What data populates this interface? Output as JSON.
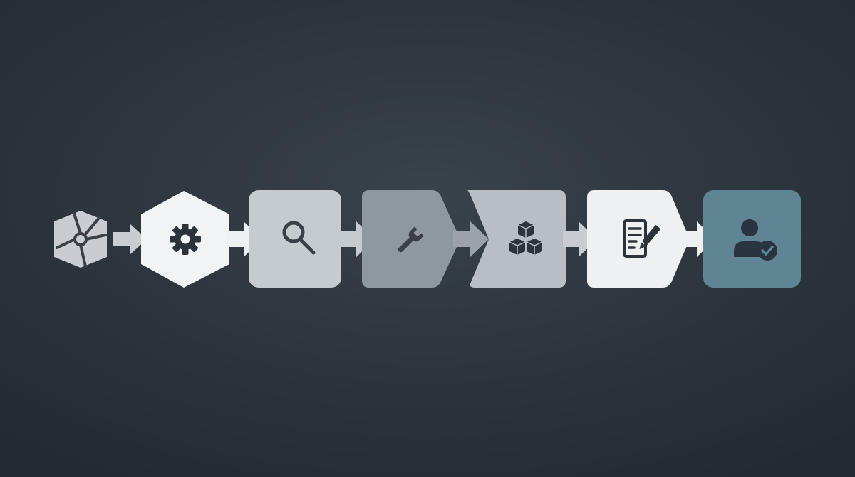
{
  "diagram": {
    "type": "process-flow",
    "steps": [
      {
        "id": "source",
        "shape": "hexagon-small",
        "icon": "aperture-icon",
        "fill": "#c9cdd1",
        "icon_color": "#3a4048"
      },
      {
        "id": "configure",
        "shape": "hexagon",
        "icon": "gear-icon",
        "fill": "#f2f3f4",
        "icon_color": "#2c333b"
      },
      {
        "id": "search",
        "shape": "rounded-square",
        "icon": "magnifier-icon",
        "fill": "#c6cbd0",
        "icon_color": "#3a4048"
      },
      {
        "id": "repair",
        "shape": "chevron",
        "icon": "wrench-icon",
        "fill": "#8e989f",
        "icon_color": "#3a4048"
      },
      {
        "id": "assemble",
        "shape": "chevron-notched",
        "icon": "cubes-icon",
        "fill": "#b8bec4",
        "icon_color": "#2c333b"
      },
      {
        "id": "document",
        "shape": "chevron",
        "icon": "document-edit-icon",
        "fill": "#eef0f1",
        "icon_color": "#2c333b"
      },
      {
        "id": "approve",
        "shape": "rounded-square",
        "icon": "user-check-icon",
        "fill": "#5f8594",
        "icon_color": "#2a3440"
      }
    ],
    "connectors": [
      {
        "from": "source",
        "to": "configure",
        "color": "#c9cdd1"
      },
      {
        "from": "configure",
        "to": "search",
        "color": "#eef0f1"
      },
      {
        "from": "search",
        "to": "repair",
        "color": "#c6cbd0"
      },
      {
        "from": "repair",
        "to": "assemble",
        "color": "#9aa3aa"
      },
      {
        "from": "assemble",
        "to": "document",
        "color": "#c9cdd1"
      },
      {
        "from": "document",
        "to": "approve",
        "color": "#eef0f1"
      }
    ],
    "colors": {
      "background": "#2c343c",
      "icon_dark": "#2c333b"
    }
  }
}
